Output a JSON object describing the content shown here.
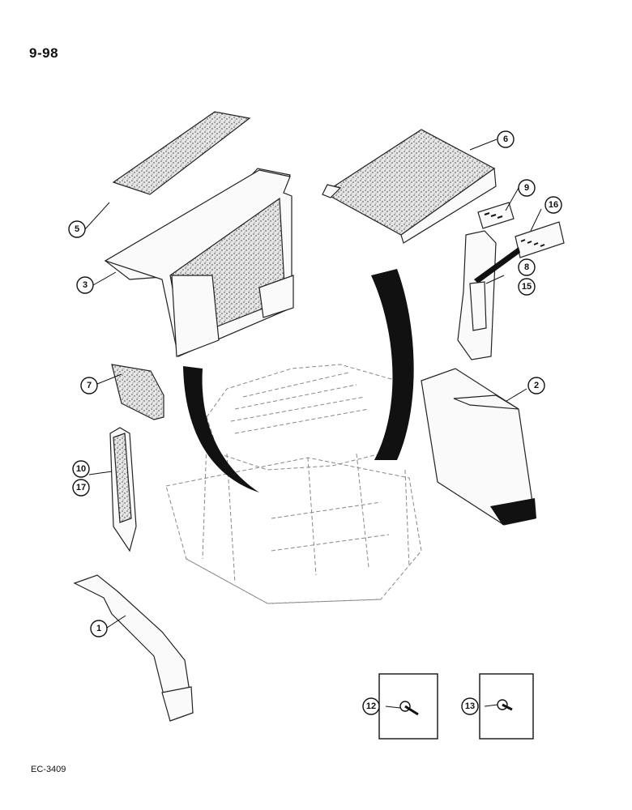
{
  "page_number": "9-98",
  "figure_code": "EC-3409",
  "callouts": [
    "1",
    "2",
    "3",
    "5",
    "6",
    "7",
    "8",
    "9",
    "10",
    "12",
    "13",
    "15",
    "16",
    "17"
  ]
}
